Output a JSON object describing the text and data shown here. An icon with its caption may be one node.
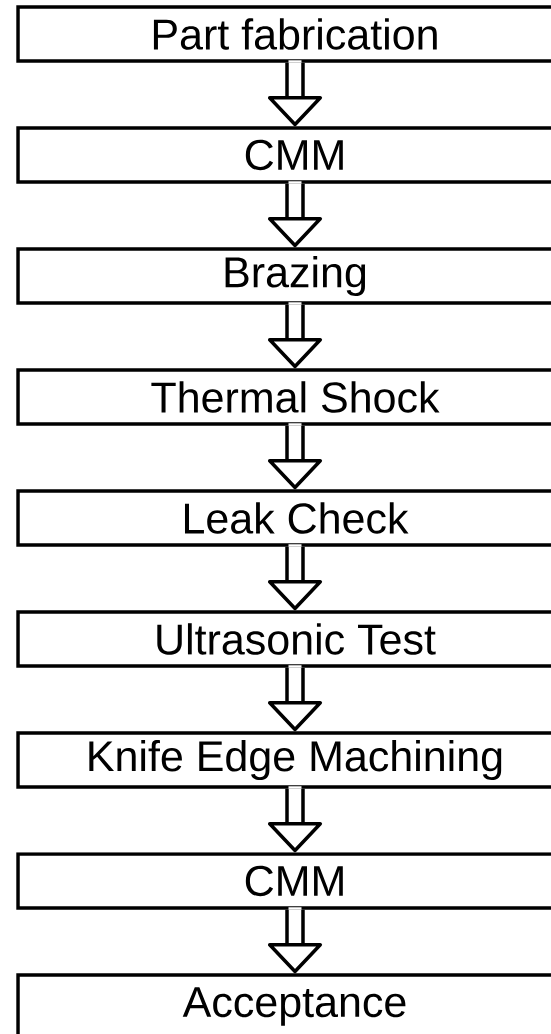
{
  "diagram": {
    "nodes": [
      {
        "text": [
          "Part fabrication"
        ]
      },
      {
        "text": [
          "CMM"
        ]
      },
      {
        "text": [
          "Brazing"
        ]
      },
      {
        "text": [
          "Thermal Shock"
        ]
      },
      {
        "text": [
          "Leak Check"
        ]
      },
      {
        "text": [
          "Ultrasonic Test"
        ]
      },
      {
        "text": [
          "Knife Edge Machining"
        ]
      },
      {
        "text": [
          "CMM"
        ]
      },
      {
        "text": [
          "Acceptance"
        ]
      }
    ],
    "edges": [
      {
        "from": 0,
        "to": 1,
        "arrow": "to"
      },
      {
        "from": 1,
        "to": 2,
        "arrow": "to"
      },
      {
        "from": 2,
        "to": 3,
        "arrow": "to"
      },
      {
        "from": 3,
        "to": 4,
        "arrow": "to"
      },
      {
        "from": 4,
        "to": 5,
        "arrow": "to"
      },
      {
        "from": 5,
        "to": 6,
        "arrow": "to"
      },
      {
        "from": 6,
        "to": 7,
        "arrow": "to"
      },
      {
        "from": 7,
        "to": 8,
        "arrow": "to"
      }
    ]
  }
}
